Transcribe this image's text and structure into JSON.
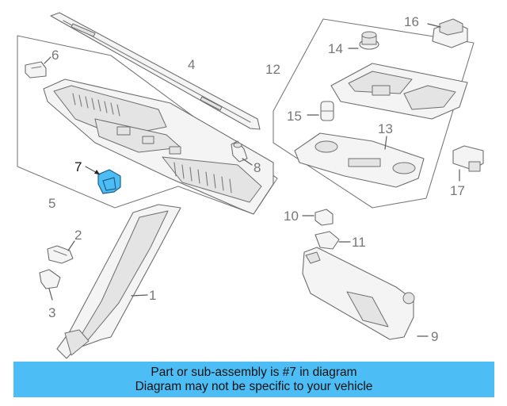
{
  "diagram": {
    "highlight_color": "#4dbef5",
    "highlighted_part": "7",
    "callouts": [
      "1",
      "2",
      "3",
      "4",
      "5",
      "6",
      "7",
      "8",
      "9",
      "10",
      "11",
      "12",
      "13",
      "14",
      "15",
      "16",
      "17"
    ]
  },
  "banner": {
    "line1": "Part or sub-assembly is #7 in diagram",
    "line2": "Diagram may not be specific to your vehicle"
  }
}
